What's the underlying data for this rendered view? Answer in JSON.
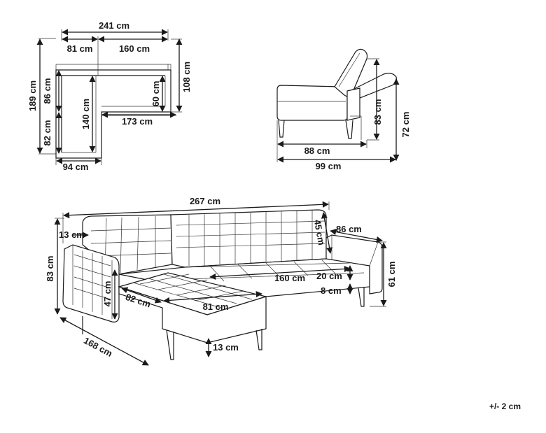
{
  "plan_view": {
    "total_width": "241 cm",
    "left_width": "81 cm",
    "right_width": "160 cm",
    "total_depth": "189 cm",
    "back_depth": "86 cm",
    "lower_depth": "82 cm",
    "chaise_length": "140 cm",
    "seat_depth": "60 cm",
    "right_depth": "108 cm",
    "seat_length": "173 cm",
    "chaise_width": "94 cm"
  },
  "side_view": {
    "seat_length": "88 cm",
    "total_length": "99 cm",
    "back_height": "83 cm",
    "reclined_height": "72 cm"
  },
  "perspective_view": {
    "overall_width": "267 cm",
    "armrest_width": "13 cm",
    "back_height": "45 cm",
    "depth": "86 cm",
    "total_height": "83 cm",
    "seat_height": "47 cm",
    "height_right": "61 cm",
    "chaise_depth": "82 cm",
    "chaise_width": "81 cm",
    "bed_length": "160 cm",
    "mattress_thickness": "20 cm",
    "leg_gap": "8 cm",
    "leg_height": "13 cm",
    "overall_length": "168 cm"
  },
  "tolerance": "+/- 2 cm"
}
